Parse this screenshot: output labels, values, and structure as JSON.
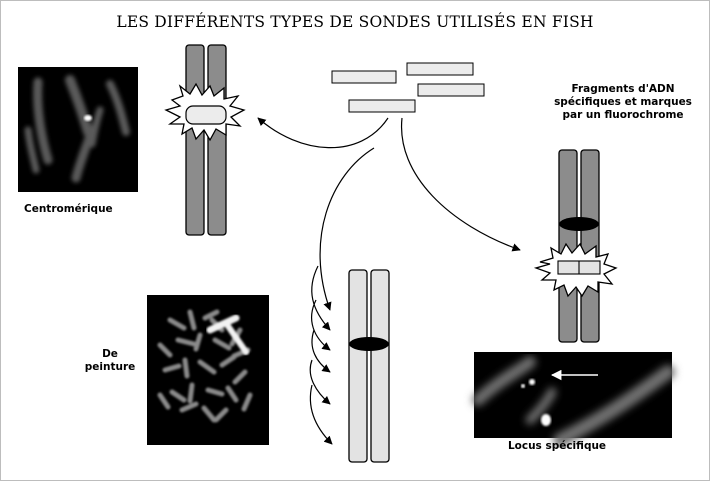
{
  "title": "LES DIFFÉRENTS TYPES DE SONDES UTILISÉS EN FISH",
  "labels": {
    "fragments_line1": "Fragments d'ADN",
    "fragments_line2": "spécifiques et marques",
    "fragments_line3": "par un fluorochrome",
    "centromeric": "Centromérique",
    "painting_line1": "De",
    "painting_line2": "peinture",
    "locus": "Locus spécifique"
  },
  "colors": {
    "chromosome_dark": "#8c8c8c",
    "chromosome_light": "#e3e3e3",
    "centromere": "#000000",
    "micrograph_bg": "#000000",
    "probe_fill": "#ececec"
  }
}
